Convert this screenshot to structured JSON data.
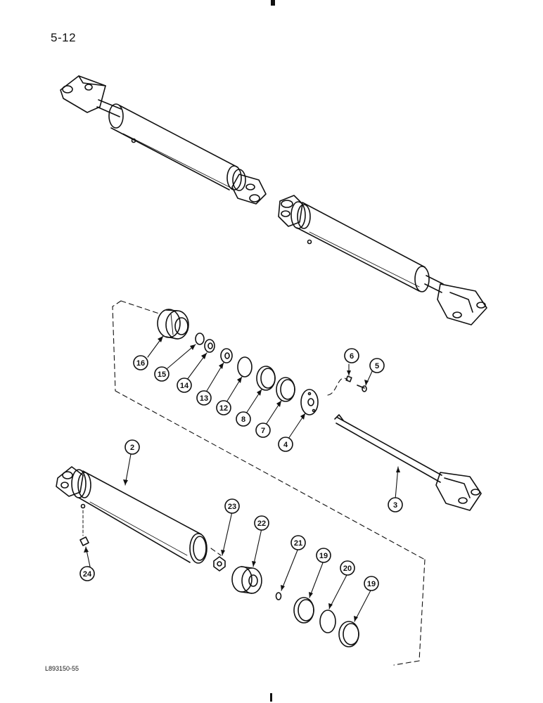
{
  "page_number": "5-12",
  "drawing_code": "L893150-55",
  "callouts": {
    "c2": "2",
    "c3": "3",
    "c4": "4",
    "c5": "5",
    "c6": "6",
    "c7": "7",
    "c8": "8",
    "c12": "12",
    "c13": "13",
    "c14": "14",
    "c15": "15",
    "c16": "16",
    "c19a": "19",
    "c19b": "19",
    "c20": "20",
    "c21": "21",
    "c22": "22",
    "c23": "23",
    "c24": "24"
  },
  "colors": {
    "ink": "#111111",
    "paper": "#ffffff"
  }
}
